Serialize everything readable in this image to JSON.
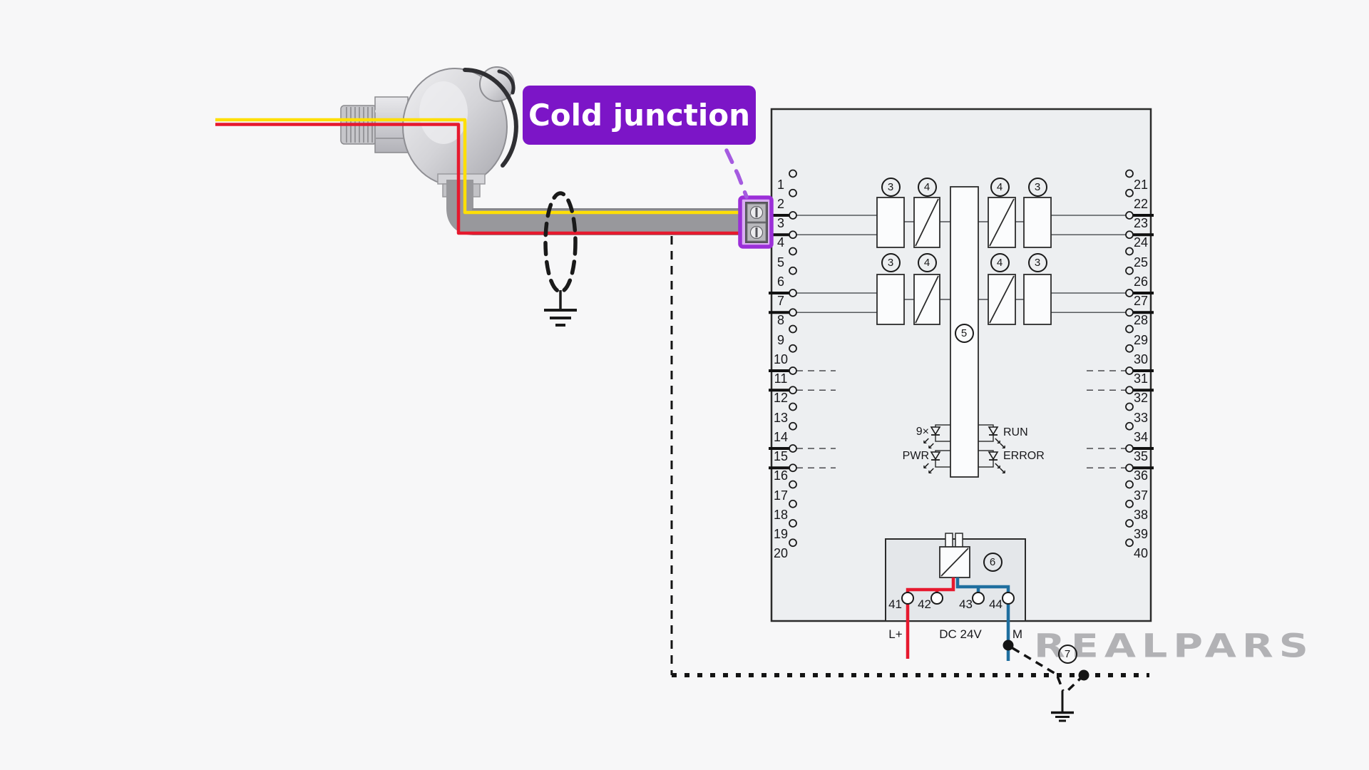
{
  "callout": {
    "text": "Cold junction"
  },
  "brand": {
    "logo_text": "REALPARS"
  },
  "module": {
    "left_terminals": {
      "numbers": [
        1,
        2,
        3,
        4,
        5,
        6,
        7,
        8,
        9,
        10,
        11,
        12,
        13,
        14,
        15,
        16,
        17,
        18,
        19,
        20
      ],
      "solid_wired": [
        3,
        4,
        7,
        8
      ],
      "dashed_wired": [
        11,
        12,
        15,
        16
      ]
    },
    "right_terminals": {
      "numbers": [
        21,
        22,
        23,
        24,
        25,
        26,
        27,
        28,
        29,
        30,
        31,
        32,
        33,
        34,
        35,
        36,
        37,
        38,
        39,
        40
      ],
      "solid_wired": [
        23,
        24,
        27,
        28
      ],
      "dashed_wired": [
        31,
        32,
        35,
        36
      ]
    },
    "channel_blocks": {
      "row1": [
        "3",
        "4",
        "4",
        "3"
      ],
      "row2": [
        "3",
        "4",
        "4",
        "3"
      ]
    },
    "processor_label": "5",
    "leds": {
      "multiplier": "9×",
      "run": "RUN",
      "pwr": "PWR",
      "error": "ERROR"
    },
    "power": {
      "psu_label": "6",
      "terminal_numbers": [
        "41",
        "42",
        "43",
        "44"
      ],
      "l_plus": "L+",
      "dc": "DC 24V",
      "m": "M"
    },
    "earth_label": "7"
  },
  "icons": {
    "led_arrow_left": "↙",
    "led_arrow_right": "↘"
  },
  "colors": {
    "accent_purple": "#7c15c7",
    "pointer_purple": "#a55be0",
    "wire_yellow": "#ffdf05",
    "wire_red": "#e6192e",
    "wire_blue": "#1f6f9f",
    "cable_gray": "#98989c",
    "logo_gray": "#b2b2b5",
    "module_fill": "#edeff1",
    "power_fill": "#e4e7ea"
  }
}
